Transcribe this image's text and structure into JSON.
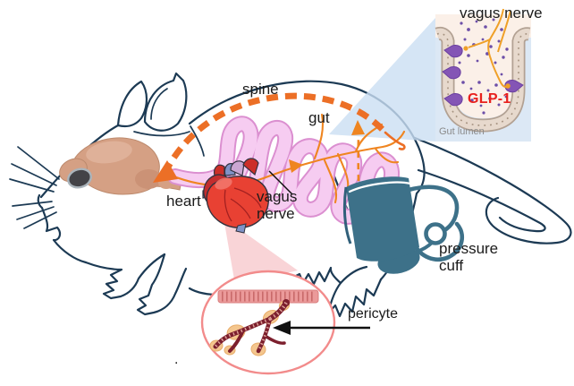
{
  "figure_labels": {
    "spine": "spine",
    "gut": "gut",
    "heart": "heart",
    "vagus_nerve_body": {
      "line1": "vagus",
      "line2": "nerve"
    },
    "pressure_cuff": {
      "line1": "pressure",
      "line2": "cuff"
    },
    "pericyte": "pericyte",
    "stray_period": "."
  },
  "gut_wall_inset": {
    "title": "vagus nerve",
    "hormone_label": "GLP-1",
    "region_label": "Gut lumen"
  },
  "colors": {
    "outline": "#1c3a54",
    "spine_orange": "#ec6f26",
    "nerve_orange": "#ef8520",
    "gut_fill": "#f6ccf1",
    "gut_stroke": "#db8fd0",
    "brain_tan": "#d5a084",
    "brain_shade": "#cb9276",
    "heart_red": "#e84133",
    "heart_dark_red": "#c22d2e",
    "vessel_blue": "#8193c7",
    "cuff_teal": "#3d7189",
    "inset_blue_bg": "#dce8f5",
    "inset_cream": "#fbf0e8",
    "wall_beige": "#e7d9cd",
    "wall_edge": "#b2a193",
    "eec_purple": "#8455b5",
    "glp1_dot_purple": "#6d4fa8",
    "glp1_red": "#e8201d",
    "gut_lumen_gray": "#8a8a8a",
    "pericyte_ring": "#f28b8b",
    "vessel_pink": "#eb9a9a",
    "capillary_dark": "#7c1f2d",
    "pericyte_tan": "#f4c68e",
    "wedge_pink": "#f7c6ca",
    "wedge_blue": "#cbdff2"
  }
}
